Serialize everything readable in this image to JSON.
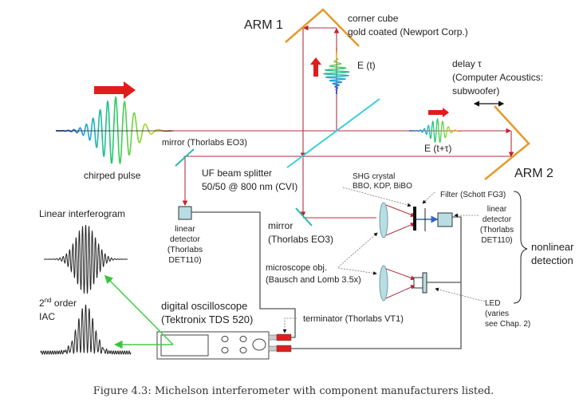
{
  "labels": {
    "arm1": "ARM 1",
    "arm2": "ARM 2",
    "corner_cube_line1": "corner cube",
    "corner_cube_line2": "gold coated (Newport Corp.)",
    "e_t": "E (t)",
    "e_t_tau": "E (t+τ)",
    "delay_line1": "delay τ",
    "delay_line2": "(Computer Acoustics:",
    "delay_line3": "subwoofer)",
    "chirped_pulse": "chirped pulse",
    "mirror_top": "mirror (Thorlabs EO3)",
    "splitter_line1": "UF beam splitter",
    "splitter_line2": "50/50 @ 800 nm (CVI)",
    "linear_detector_left": [
      "linear",
      "detector",
      "(Thorlabs",
      "DET110)"
    ],
    "mirror_lower_line1": "mirror",
    "mirror_lower_line2": "(Thorlabs EO3)",
    "shg_line1": "SHG crystal",
    "shg_line2": "BBO, KDP, BiBO",
    "filter": "Filter (Schott FG3)",
    "linear_detector_right": [
      "linear",
      "detector",
      "(Thorlabs",
      "DET110)"
    ],
    "nonlinear_line1": "nonlinear",
    "nonlinear_line2": "detection",
    "microscope_line1": "microscope obj.",
    "microscope_line2": "(Bausch and Lomb 3.5x)",
    "led": [
      "LED",
      "(varies",
      "see Chap. 2)"
    ],
    "linear_interferogram": "Linear interferogram",
    "iac_line1_base": "2",
    "iac_line1_sup": "nd",
    "iac_line1_rest": " order",
    "iac_line2": "IAC",
    "oscilloscope_line1": "digital oscilloscope",
    "oscilloscope_line2": "(Tektronix TDS 520)",
    "terminator": "terminator (Thorlabs VT1)"
  },
  "caption": "Figure 4.3: Michelson interferometer with component manufacturers listed.",
  "colors": {
    "beam": "#b0313f",
    "mirror": "#2bb9b0",
    "splitter": "#3ccfd6",
    "corner_cube": "#e59a2b",
    "arrow_red": "#e31b1b",
    "signal_green": "#44cc44",
    "detector_fill": "#b9dde2",
    "cable": "#555555",
    "blue_beam": "#3a5fcf"
  }
}
